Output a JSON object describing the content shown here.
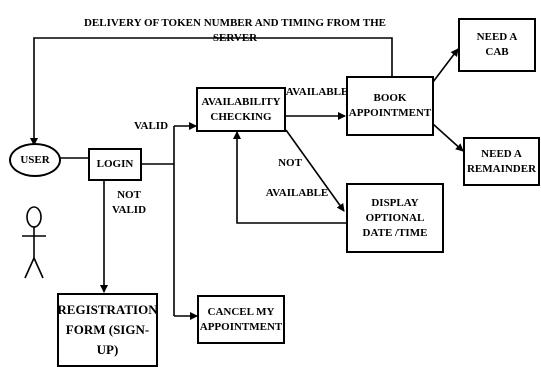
{
  "diagram": {
    "top_label": "DELIVERY OF TOKEN NUMBER AND TIMING FROM THE SERVER",
    "nodes": {
      "user": "USER",
      "login": "LOGIN",
      "availability": "AVAILABILITY\nCHECKING",
      "book": "BOOK\nAPPOINTMENT",
      "cab": "NEED A\nCAB",
      "remainder": "NEED A\nREMAINDER",
      "display": "DISPLAY\nOPTIONAL\nDATE /TIME",
      "registration": "REGISTRATION\nFORM (SIGN-\nUP)",
      "cancel": "CANCEL MY\nAPPOINTMENT"
    },
    "edge_labels": {
      "valid": "VALID",
      "not_valid": "NOT\nVALID",
      "available": "AVAILABLE",
      "not": "NOT",
      "not_available": "AVAILABLE"
    }
  }
}
